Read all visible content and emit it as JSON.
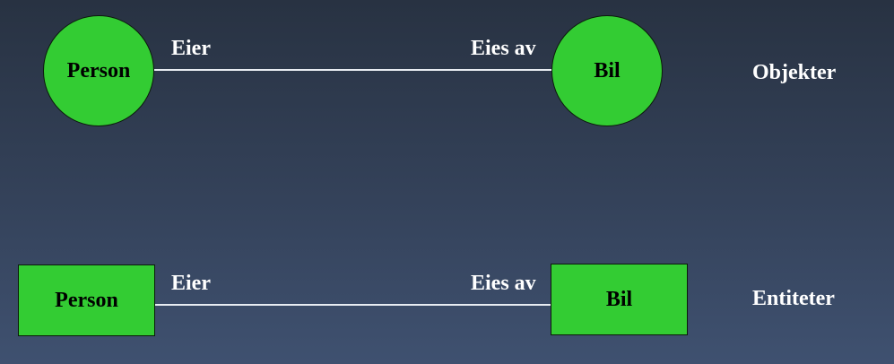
{
  "objects_row": {
    "left_node": "Person",
    "right_node": "Bil",
    "left_role": "Eier",
    "right_role": "Eies av",
    "row_label": "Objekter"
  },
  "entities_row": {
    "left_node": "Person",
    "right_node": "Bil",
    "left_role": "Eier",
    "right_role": "Eies av",
    "row_label": "Entiteter"
  },
  "colors": {
    "node_fill": "#33cc33",
    "line": "#e8ecf2",
    "text_light": "#ffffff",
    "background_top": "#283242",
    "background_bottom": "#3f5170"
  }
}
